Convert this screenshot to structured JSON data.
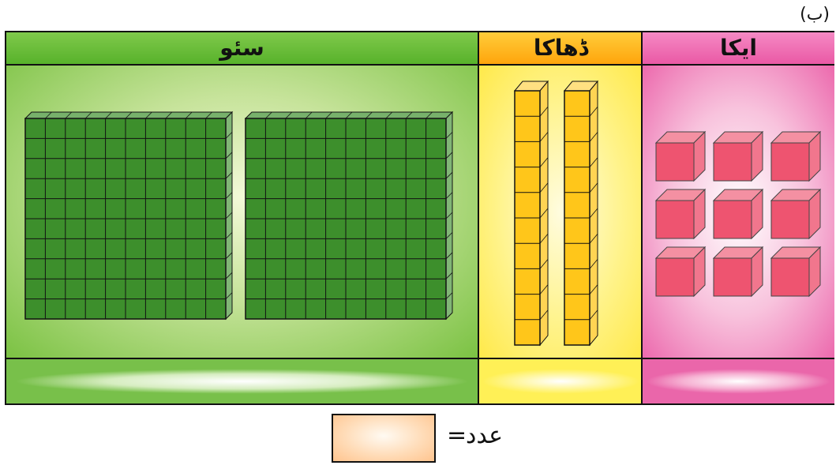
{
  "part_label": "(ب)",
  "columns": {
    "hundreds": {
      "title": "سئو",
      "blocks": 2
    },
    "tens": {
      "title": "ڈھاکا",
      "blocks": 2
    },
    "ones": {
      "title": "ایکا",
      "blocks": 9
    }
  },
  "answer": {
    "equals": "=",
    "word": "عدد",
    "value": ""
  },
  "colors": {
    "hundreds_block": "#3d8f2c",
    "tens_block": "#ffc61a",
    "ones_block": "#ee5470"
  }
}
